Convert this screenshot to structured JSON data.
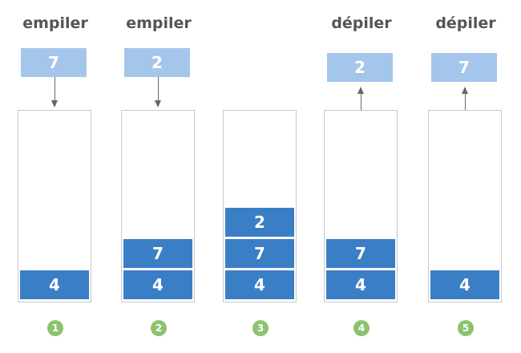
{
  "columns": [
    {
      "op": "empiler",
      "moving": "7",
      "dir": "in",
      "stack": [
        "4"
      ],
      "step": "1"
    },
    {
      "op": "empiler",
      "moving": "2",
      "dir": "in",
      "stack": [
        "7",
        "4"
      ],
      "step": "2"
    },
    {
      "op": "",
      "moving": "",
      "dir": "",
      "stack": [
        "2",
        "7",
        "4"
      ],
      "step": "3"
    },
    {
      "op": "dépiler",
      "moving": "2",
      "dir": "out",
      "stack": [
        "7",
        "4"
      ],
      "step": "4"
    },
    {
      "op": "dépiler",
      "moving": "7",
      "dir": "out",
      "stack": [
        "4"
      ],
      "step": "5"
    }
  ],
  "colors": {
    "element": "#3a7fc5",
    "moving_element": "#a4c6ea",
    "step_badge": "#8dc26f"
  }
}
